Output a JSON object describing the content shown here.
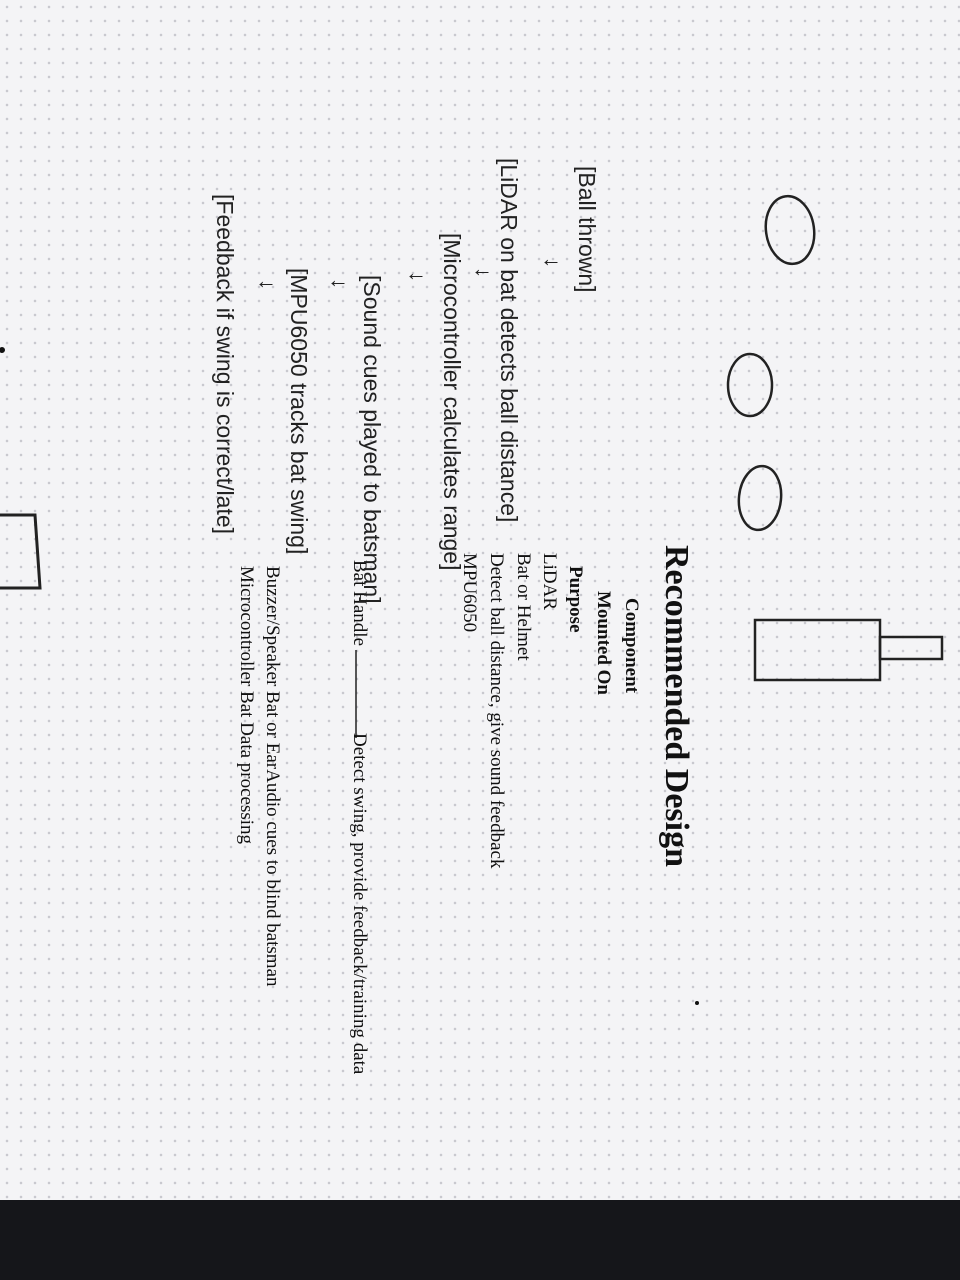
{
  "document": {
    "title": "Recommended Design",
    "table_headers": [
      "Component",
      "Mounted On",
      "Purpose"
    ],
    "table_rows": [
      "LiDAR",
      "Bat or Helmet",
      "Detect ball distance, give sound feedback",
      "MPU6050",
      "Bat Handle",
      "Detect swing, provide feedback/training data",
      "Buzzer/Speaker Bat or EarAudio cues to blind batsman",
      "Microcontroller Bat Data processing"
    ],
    "flowchart": {
      "steps": [
        "[Ball thrown]",
        "[LiDAR on bat detects ball distance]",
        "[Microcontroller calculates range]",
        "[Sound cues played to batsman]",
        "[MPU6050 tracks bat swing]",
        "[Feedback if swing is correct/late]"
      ],
      "arrow": "↓"
    }
  }
}
